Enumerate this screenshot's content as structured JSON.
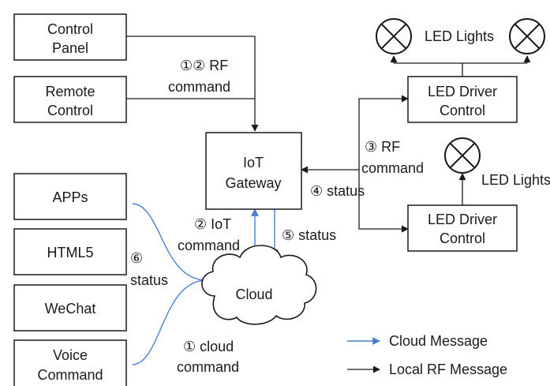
{
  "nodes": {
    "control_panel": [
      "Control",
      "Panel"
    ],
    "remote_control": [
      "Remote",
      "Control"
    ],
    "iot_gateway": [
      "IoT",
      "Gateway"
    ],
    "apps": "APPs",
    "html5": "HTML5",
    "wechat": "WeChat",
    "voice_command": [
      "Voice",
      "Command"
    ],
    "cloud": "Cloud",
    "led_driver_top": [
      "LED Driver",
      "Control"
    ],
    "led_driver_bottom": [
      "LED Driver",
      "Control"
    ],
    "led_lights_top": "LED Lights",
    "led_lights_right": "LED Lights"
  },
  "edge_labels": {
    "rf_command_12": [
      "①② RF",
      "command"
    ],
    "rf_command_3": [
      "③ RF",
      "command"
    ],
    "status_4": "④ status",
    "iot_command_2": [
      "② IoT",
      "command"
    ],
    "status_5": "⑤ status",
    "status_6": [
      "⑥",
      "status"
    ],
    "cloud_command_1": [
      "① cloud",
      "command"
    ]
  },
  "legend": {
    "cloud_message": "Cloud Message",
    "local_rf_message": "Local RF Message"
  },
  "colors": {
    "cloud_arrow": "#4a7fd0",
    "local_arrow": "#1a1a1a"
  }
}
